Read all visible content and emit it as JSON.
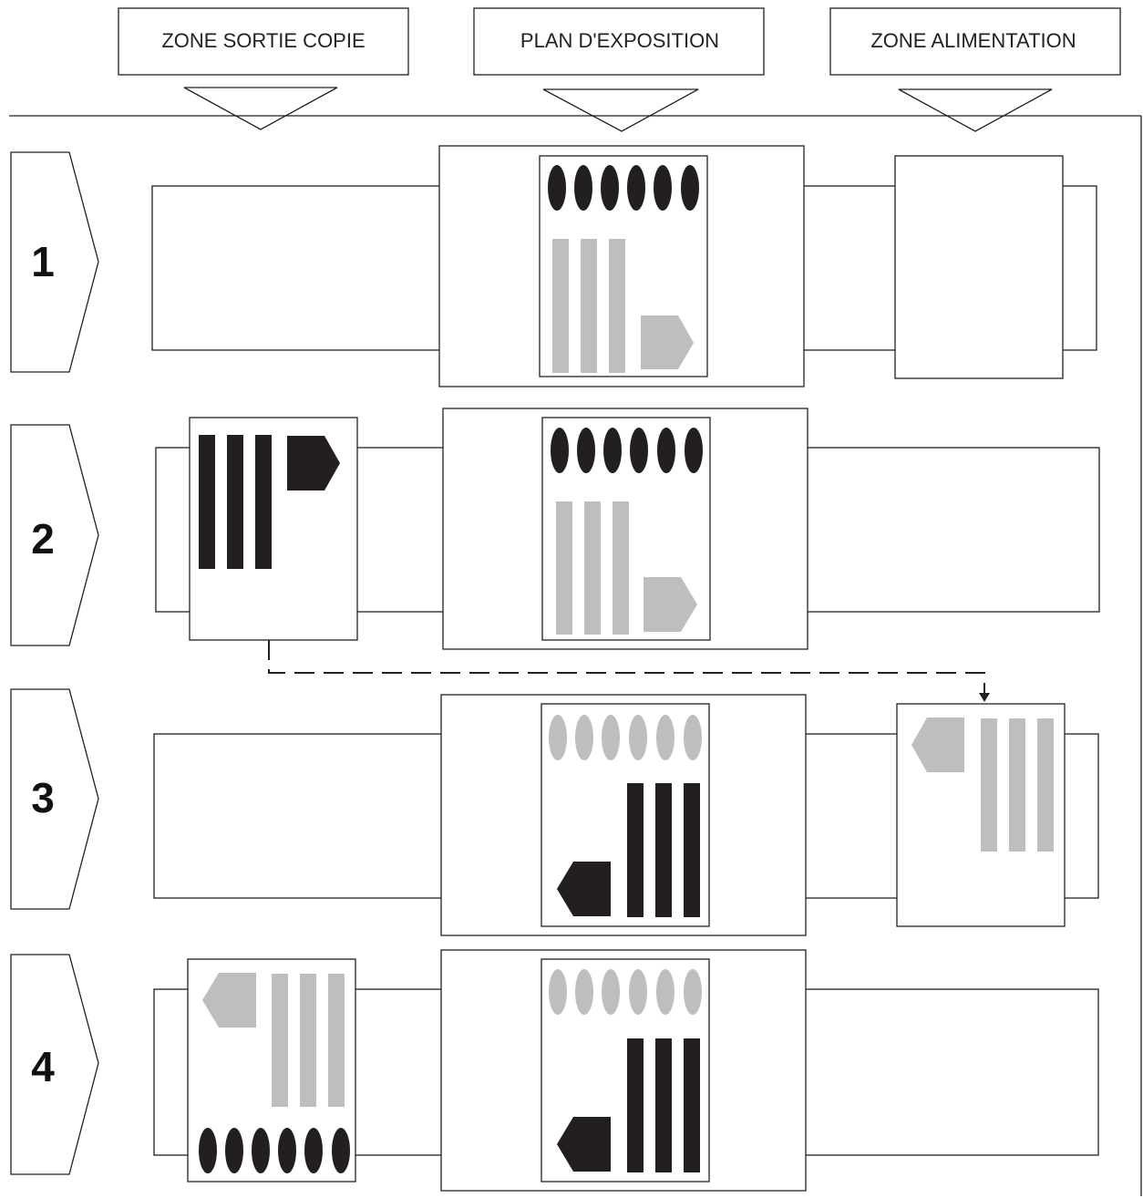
{
  "headers": {
    "left": "ZONE SORTIE COPIE",
    "center": "PLAN D'EXPOSITION",
    "right": "ZONE ALIMENTATION"
  },
  "steps": [
    "1",
    "2",
    "3",
    "4"
  ],
  "colors": {
    "black": "#231f20",
    "gray": "#bcbec0",
    "line": "#231f20",
    "background": "#ffffff"
  }
}
